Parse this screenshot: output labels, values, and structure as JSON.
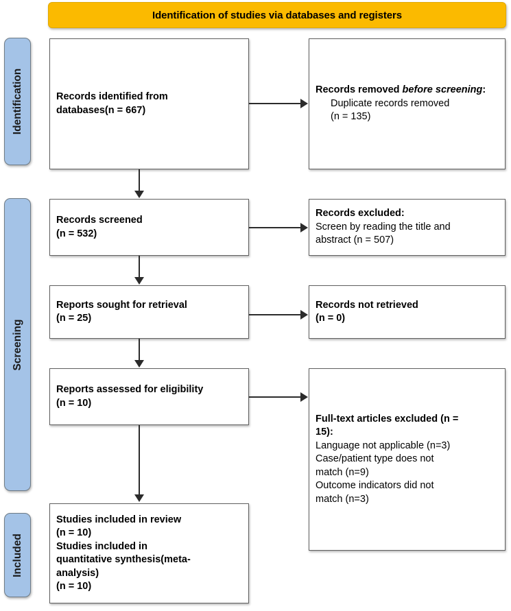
{
  "banner": {
    "title": "Identification of studies via databases and registers",
    "color": "#FBBA00"
  },
  "stages": [
    {
      "id": "identification",
      "label": "Identification",
      "color": "#A4C3E7"
    },
    {
      "id": "screening",
      "label": "Screening",
      "color": "#A4C3E7"
    },
    {
      "id": "included",
      "label": "Included",
      "color": "#A4C3E7"
    }
  ],
  "boxes": {
    "identified": {
      "line1": "Records identified from",
      "line2": "databases(n = 667)"
    },
    "removed_before_screening": {
      "heading_plain": "Records removed ",
      "heading_italic": "before screening",
      "heading_colon": ":",
      "detail1": "Duplicate records removed",
      "detail2": "(n = 135)"
    },
    "screened": {
      "line1": "Records screened",
      "line2": "(n = 532)"
    },
    "excluded": {
      "heading": "Records excluded:",
      "detail1": "Screen by reading the title and",
      "detail2": "abstract (n = 507)"
    },
    "sought": {
      "line1": "Reports sought for retrieval",
      "line2": "(n = 25)"
    },
    "not_retrieved": {
      "line1": "Records not retrieved",
      "line2": "(n = 0)"
    },
    "assessed": {
      "line1": "Reports assessed for eligibility",
      "line2": "(n = 10)"
    },
    "fulltext_excluded": {
      "heading1": "Full-text articles excluded (n =",
      "heading2": "15):",
      "detail1": "Language not applicable (n=3)",
      "detail2": "Case/patient type does not",
      "detail3": "match (n=9)",
      "detail4": "Outcome indicators did not",
      "detail5": "match (n=3)"
    },
    "included": {
      "line1": "Studies included in review",
      "line2": "(n = 10)",
      "line3": "Studies included in",
      "line4": "quantitative synthesis(meta-",
      "line5": "analysis)",
      "line6": "(n = 10)"
    }
  }
}
